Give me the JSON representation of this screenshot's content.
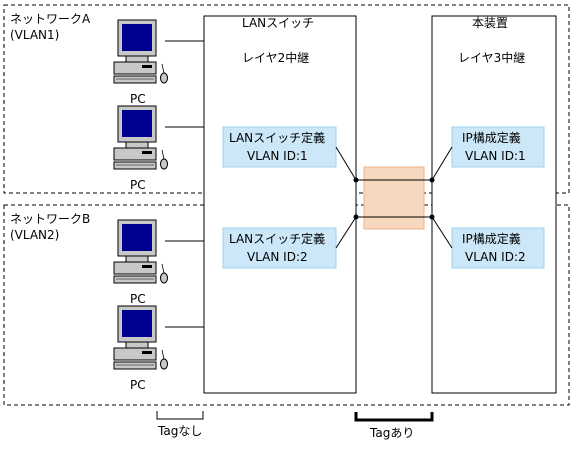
{
  "network_a": {
    "name": "ネットワークA",
    "vlan": "(VLAN1)"
  },
  "network_b": {
    "name": "ネットワークB",
    "vlan": "(VLAN2)"
  },
  "pc_label": "PC",
  "lan_switch": {
    "title": "LANスイッチ",
    "subtitle": "レイヤ2中継",
    "def1": {
      "line1": "LANスイッチ定義",
      "line2": "VLAN ID:1"
    },
    "def2": {
      "line1": "LANスイッチ定義",
      "line2": "VLAN ID:2"
    }
  },
  "device": {
    "title": "本装置",
    "subtitle": "レイヤ3中継",
    "def1": {
      "line1": "IP構成定義",
      "line2": "VLAN ID:1"
    },
    "def2": {
      "line1": "IP構成定義",
      "line2": "VLAN ID:2"
    }
  },
  "tag_none_label": "Tagなし",
  "tag_label": "Tagあり",
  "colors": {
    "def_box_fill": "#cce8f8",
    "def_box_stroke": "#9fd0ee",
    "tag_band_fill": "#f7d7bd",
    "tag_band_stroke": "#e8b58c",
    "monitor_screen": "#000090",
    "pc_body": "#c8c8c8"
  }
}
